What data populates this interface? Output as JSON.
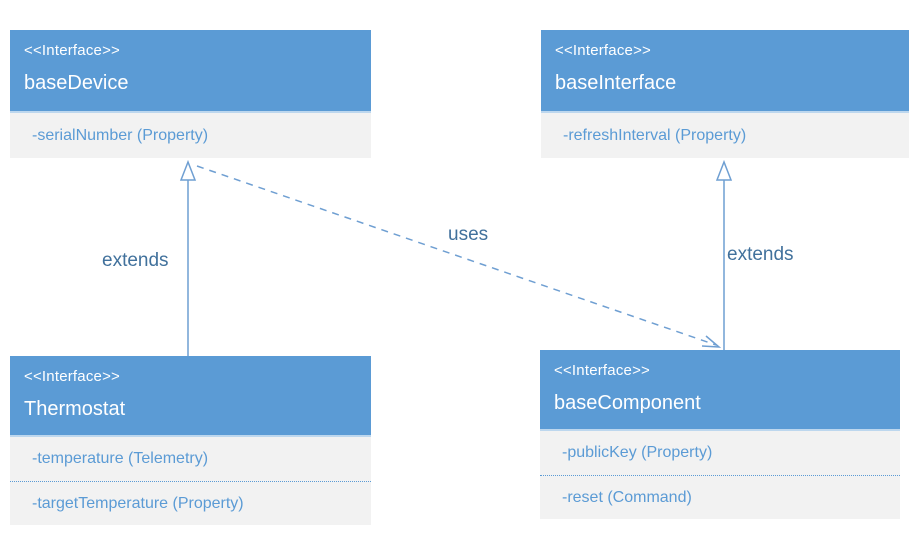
{
  "diagram": {
    "type": "uml-interface-diagram",
    "colors": {
      "background": "#ffffff",
      "header_bg": "#5b9bd5",
      "header_text": "#ffffff",
      "header_divider": "#bdd7ee",
      "member_bg": "#f2f2f2",
      "member_text": "#5b9bd5",
      "member_separator": "#5b9bd5",
      "edge_line": "#6f9fd2",
      "edge_label_text": "#41719c"
    },
    "boxes": [
      {
        "id": "baseDevice",
        "stereotype": "<<Interface>>",
        "name": "baseDevice",
        "members": [
          "-serialNumber (Property)"
        ]
      },
      {
        "id": "baseInterface",
        "stereotype": "<<Interface>>",
        "name": "baseInterface",
        "members": [
          "-refreshInterval (Property)"
        ]
      },
      {
        "id": "Thermostat",
        "stereotype": "<<Interface>>",
        "name": "Thermostat",
        "members": [
          "-temperature (Telemetry)",
          "-targetTemperature (Property)"
        ]
      },
      {
        "id": "baseComponent",
        "stereotype": "<<Interface>>",
        "name": "baseComponent",
        "members": [
          "-publicKey (Property)",
          "-reset (Command)"
        ]
      }
    ],
    "edges": [
      {
        "label": "extends",
        "from": "Thermostat",
        "to": "baseDevice",
        "style": "solid",
        "arrowhead": "hollow-triangle"
      },
      {
        "label": "extends",
        "from": "baseComponent",
        "to": "baseInterface",
        "style": "solid",
        "arrowhead": "hollow-triangle"
      },
      {
        "label": "uses",
        "from": "baseDevice",
        "to": "baseComponent",
        "style": "dashed",
        "arrowhead": "open"
      }
    ]
  }
}
